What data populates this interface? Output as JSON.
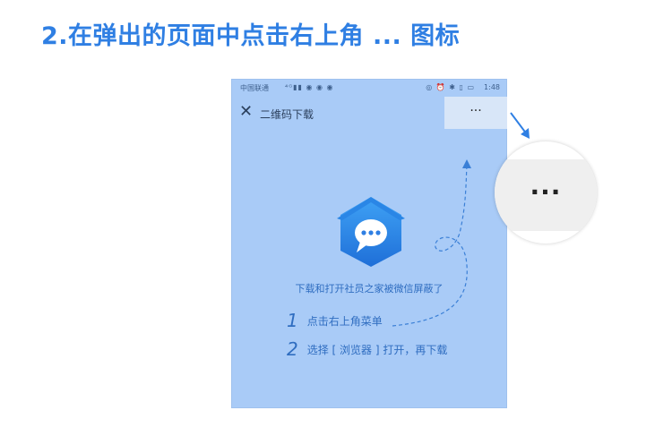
{
  "heading": "2.在弹出的页面中点击右上角 ... 图标",
  "phone": {
    "status": {
      "carrier": "中国联通",
      "time": "1:48",
      "left_icons": "⁴ᴳ▮▮ ◉ ◉ ◉",
      "right_icons": "◎ ⏰ ✱ ▯ ▭"
    },
    "nav": {
      "close_icon": "✕",
      "title": "二维码下载",
      "menu_label": "···"
    },
    "message": "下载和打开社员之家被微信屏蔽了",
    "steps": [
      {
        "num": "1",
        "text": "点击右上角菜单"
      },
      {
        "num": "2",
        "text": "选择 [ 浏览器 ] 打开，再下载"
      }
    ]
  },
  "zoom": {
    "label": "···"
  },
  "colors": {
    "heading": "#2f7fe3",
    "phone_bg": "#a9cbf7",
    "accent": "#2f6dc0"
  }
}
